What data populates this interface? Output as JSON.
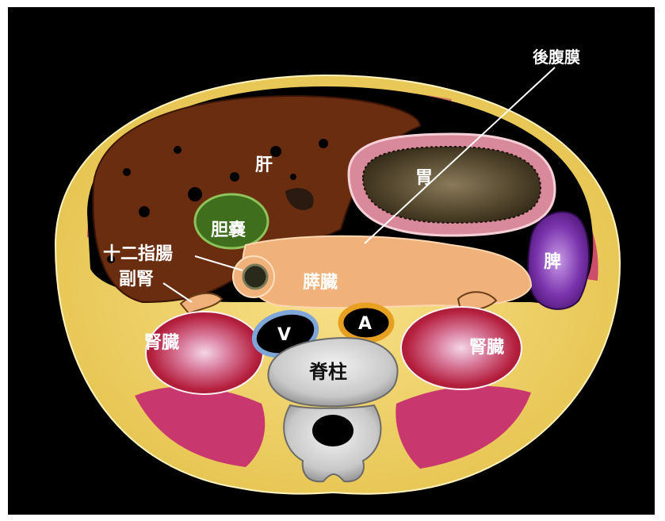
{
  "labels": {
    "retroperitoneum": "後腹膜",
    "liver": "肝",
    "stomach": "胃",
    "gallbladder": "胆嚢",
    "duodenum": "十二指腸",
    "adrenal": "副腎",
    "pancreas": "膵臓",
    "spleen": "脾",
    "vein": "V",
    "aorta": "A",
    "kidney_left": "腎臓",
    "kidney_right": "腎臓",
    "spine": "脊柱"
  },
  "colors": {
    "background": "#000000",
    "fat": "#f2d56a",
    "muscle": "#c8386f",
    "liver": "#6b2d10",
    "stomach_wall": "#d98a9a",
    "gallbladder": "#3f6f1c",
    "pancreas": "#f0b27a",
    "spleen": "#6a2a9a",
    "kidney": "#b81d3a",
    "bone": "#d8d8d8",
    "vein_ring": "#7fa6d8",
    "aorta_ring": "#e8a020"
  }
}
